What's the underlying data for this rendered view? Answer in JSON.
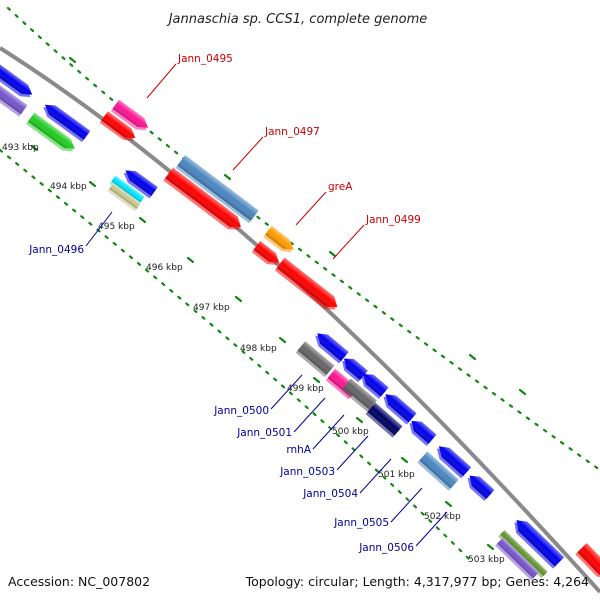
{
  "title": "Jannaschia sp. CCS1, complete genome",
  "footer": {
    "accession": "Accession: NC_007802",
    "topology": "Topology: circular; Length: 4,317,977 bp; Genes: 4,264"
  },
  "kbp_ticks": [
    "493 kbp",
    "494 kbp",
    "495 kbp",
    "496 kbp",
    "497 kbp",
    "498 kbp",
    "499 kbp",
    "500 kbp",
    "501 kbp",
    "502 kbp",
    "503 kbp"
  ],
  "gene_labels": {
    "jann_0495": "Jann_0495",
    "jann_0497": "Jann_0497",
    "grea": "greA",
    "jann_0499": "Jann_0499",
    "jann_0496": "Jann_0496",
    "jann_0500": "Jann_0500",
    "jann_0501": "Jann_0501",
    "rnha": "rnhA",
    "jann_0503": "Jann_0503",
    "jann_0504": "Jann_0504",
    "jann_0505": "Jann_0505",
    "jann_0506": "Jann_0506"
  },
  "colors": {
    "forward_label": "#cc0000",
    "reverse_label": "#000099",
    "backbone": "#8a8a8a",
    "dots": "#118811",
    "red": "#ff0000",
    "blue": "#0000ee",
    "pink": "#ff1493",
    "steelblue": "#4a86c0",
    "orange": "#ff9900",
    "green": "#22cc22",
    "cyan": "#00e5ff",
    "khaki": "#c8c890",
    "purple": "#7755cc",
    "gray": "#666666",
    "navy": "#000066",
    "olive": "#669933"
  }
}
